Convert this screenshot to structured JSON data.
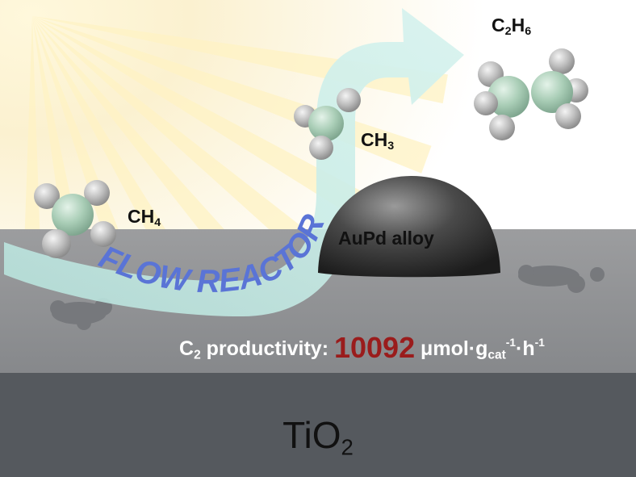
{
  "labels": {
    "ch4": {
      "base": "CH",
      "sub": "4"
    },
    "ch3": {
      "base": "CH",
      "sub": "3"
    },
    "c2h6": {
      "c": "C",
      "c_sub": "2",
      "h": "H",
      "h_sub": "6"
    },
    "alloy": "AuPd alloy",
    "flow_reactor": "FLOW REACTOR",
    "substrate": {
      "base": "TiO",
      "sub": "2"
    }
  },
  "productivity": {
    "prefix": "C",
    "prefix_sub": "2",
    "label": " productivity: ",
    "value": "10092",
    "unit_a": " μmol·g",
    "unit_sub": "cat",
    "unit_sup1": "-1",
    "unit_b": "·h",
    "unit_sup2": "-1"
  },
  "colors": {
    "value_red": "#9a1c1c",
    "flow_text": "#5a74d6",
    "arrow_fill": "#cdeeea",
    "carbon": "#a9cdb6",
    "hydrogen": "#b8b8b8",
    "surface": "#8f9092",
    "substrate_band": "#55595e"
  }
}
